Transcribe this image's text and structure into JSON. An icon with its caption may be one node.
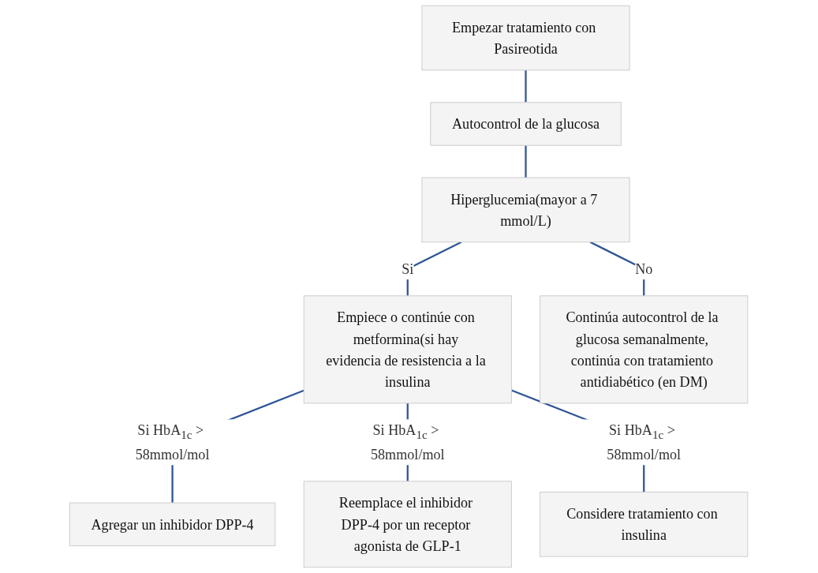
{
  "diagram": {
    "nodes": [
      {
        "text": [
          "Empezar tratamiento con Pasireotida"
        ]
      },
      {
        "text": [
          "Autocontrol de la glucosa"
        ]
      },
      {
        "text": [
          "Hiperglucemia(mayor a 7 mmol/L)"
        ]
      },
      {
        "text": [
          "Empiece o continúe con metformina(si hay evidencia de resistencia a la insulina"
        ]
      },
      {
        "text": [
          "Continúa autocontrol de la glucosa semanalmente, continúa con tratamiento antidiabético (en DM)"
        ]
      },
      {
        "text": [
          "Agregar un inhibidor DPP-4"
        ]
      },
      {
        "text": [
          "Reemplace el inhibidor DPP-4 por un receptor agonista de GLP-1"
        ]
      },
      {
        "text": [
          "Considere tratamiento con insulina"
        ]
      }
    ],
    "edges": [
      {
        "from": 0,
        "to": 1,
        "arrow": "none"
      },
      {
        "from": 1,
        "to": 2,
        "arrow": "none"
      },
      {
        "from": 2,
        "to": 3,
        "arrow": "none",
        "label": "Si"
      },
      {
        "from": 2,
        "to": 4,
        "arrow": "none",
        "label": "No"
      },
      {
        "from": 3,
        "to": 5,
        "arrow": "none",
        "label": "Si HbA$_{1c}$ > 58mmol/mol"
      },
      {
        "from": 3,
        "to": 6,
        "arrow": "none",
        "label": "Si HbA$_{1c}$ > 58mmol/mol"
      },
      {
        "from": 3,
        "to": 7,
        "arrow": "none",
        "label": "Si HbA$_{1c}$ > 58mmol/mol"
      }
    ]
  }
}
